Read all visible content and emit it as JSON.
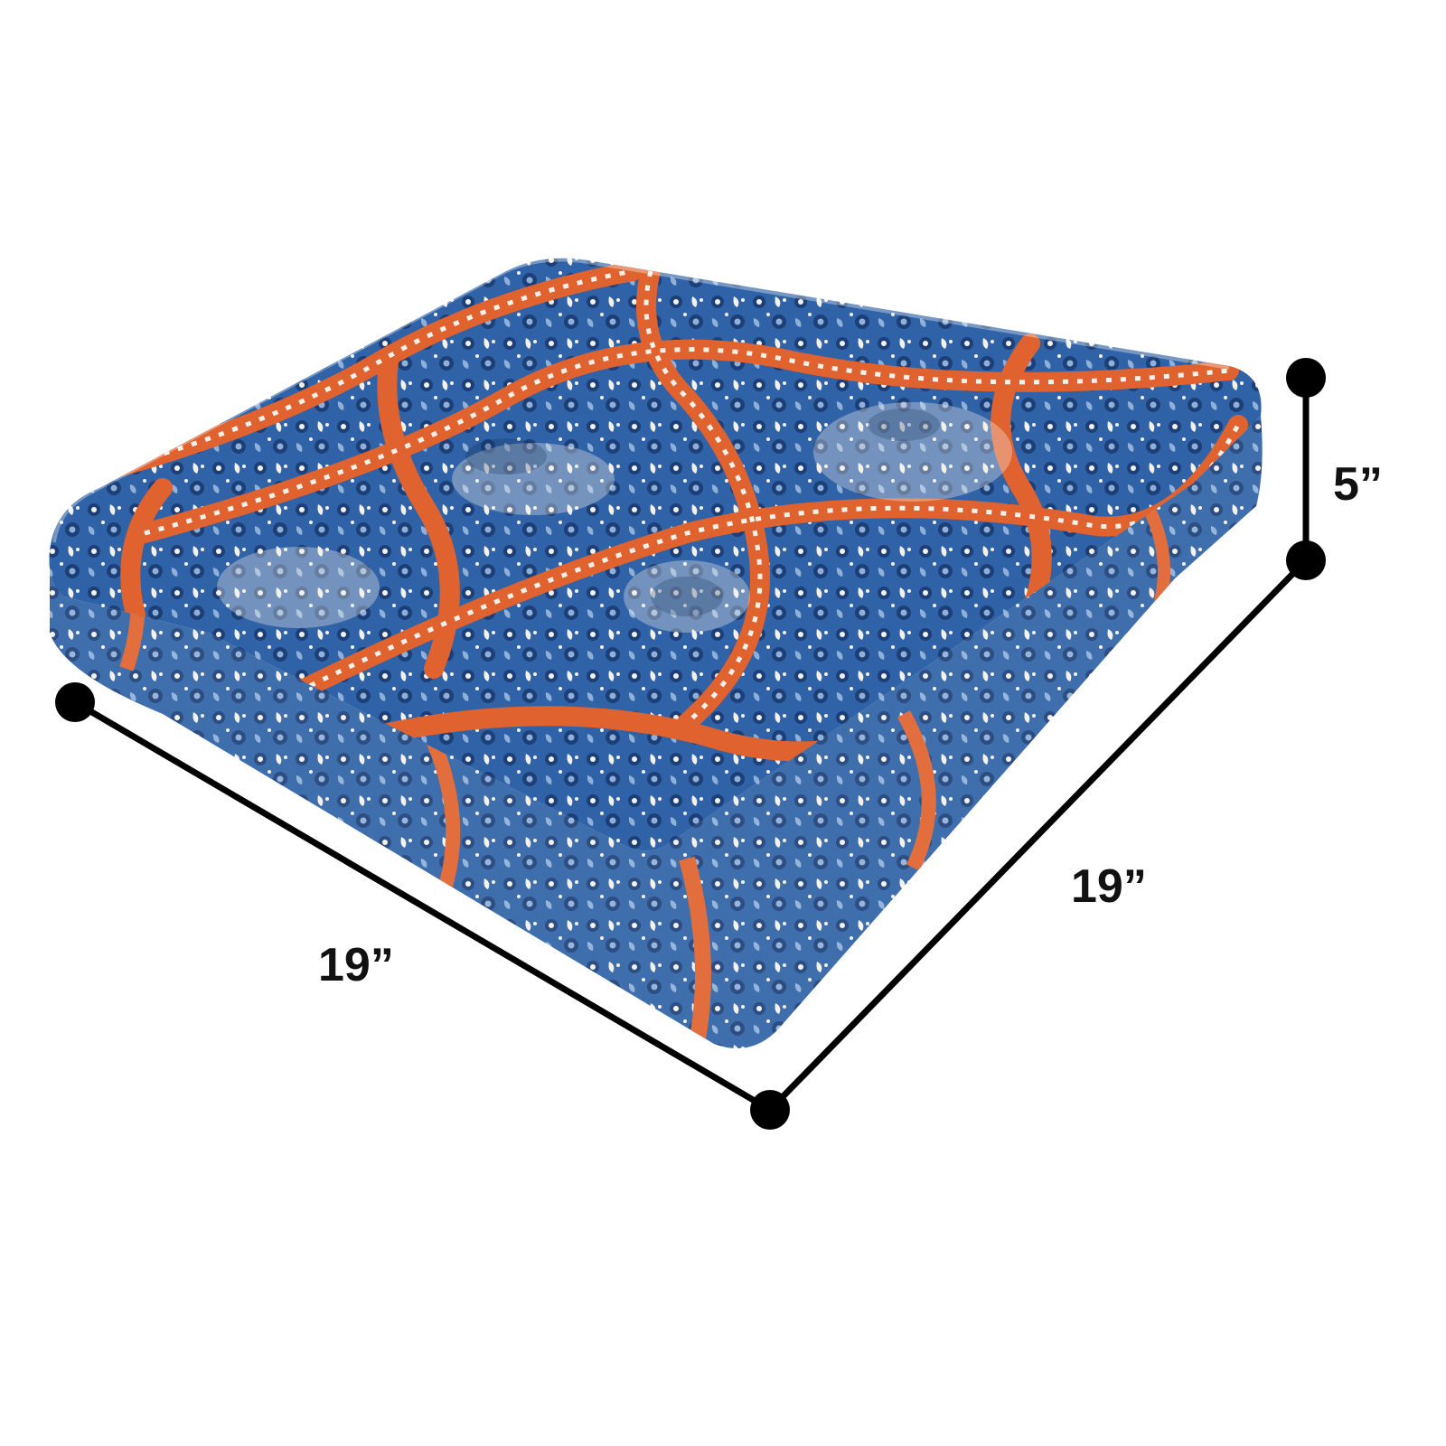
{
  "product": {
    "image_name": "patterned-seat-cushion",
    "colors": {
      "navy": "#1c3f78",
      "blue": "#2f62a6",
      "light_blue": "#8fb0d8",
      "orange": "#e0622e",
      "fabric_white": "#f4f1ea",
      "shadow": "#c9cfd9"
    }
  },
  "dimensions": {
    "width_label": "19”",
    "depth_label": "19”",
    "height_label": "5”",
    "line_color": "#000000"
  }
}
